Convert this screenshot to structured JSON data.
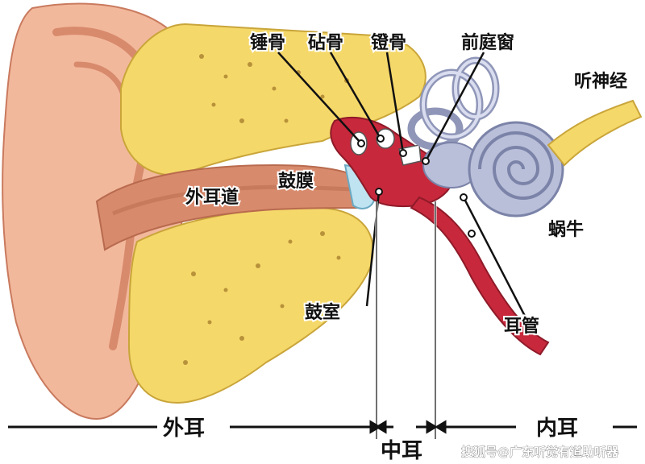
{
  "labels": {
    "malleus": "锤骨",
    "incus": "砧骨",
    "stapes": "镫骨",
    "oval_window": "前庭窗",
    "auditory_nerve": "听神经",
    "cochlea": "蜗牛",
    "ear_canal": "外耳道",
    "eardrum": "鼓膜",
    "tympanic_cavity": "鼓室",
    "eustachian_tube": "耳管"
  },
  "regions": {
    "outer_ear": "外耳",
    "middle_ear": "中耳",
    "inner_ear": "内耳"
  },
  "watermark": "搜狐号@广东听觉有道助听器",
  "colors": {
    "skin": "#f2b89c",
    "skin_dark": "#d88a6c",
    "bone": "#f5d86a",
    "bone_dark": "#c9a53a",
    "blood": "#c8283c",
    "cochlea": "#b9bfd9"
  }
}
